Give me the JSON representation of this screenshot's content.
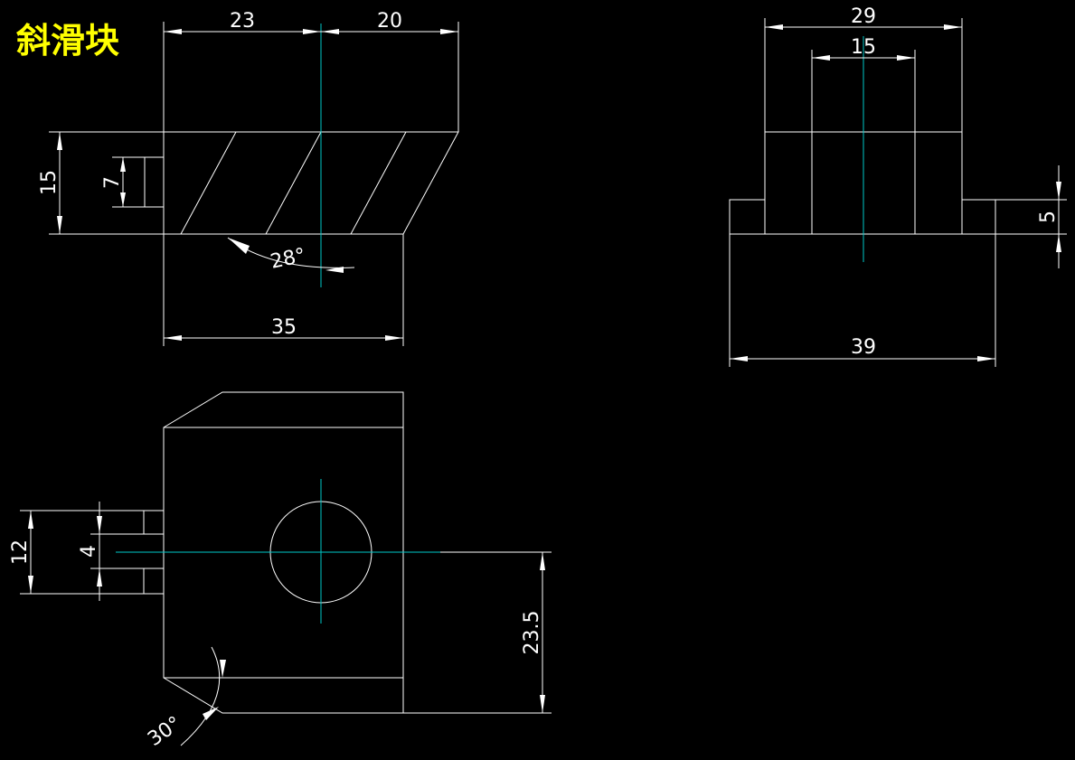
{
  "title": "斜滑块",
  "colors": {
    "background": "#000000",
    "lines": "#ffffff",
    "centerlines": "#00c8c8",
    "title": "#ffff00"
  },
  "dimensions": {
    "front_top_left": "23",
    "front_top_right": "20",
    "front_height": "15",
    "front_slot": "7",
    "front_angle": "28°",
    "front_bottom": "35",
    "side_top_outer": "29",
    "side_top_inner": "15",
    "side_step": "5",
    "side_bottom": "39",
    "top_slot_outer": "12",
    "top_slot_inner": "4",
    "top_offset": "23.5",
    "top_angle": "30°"
  }
}
